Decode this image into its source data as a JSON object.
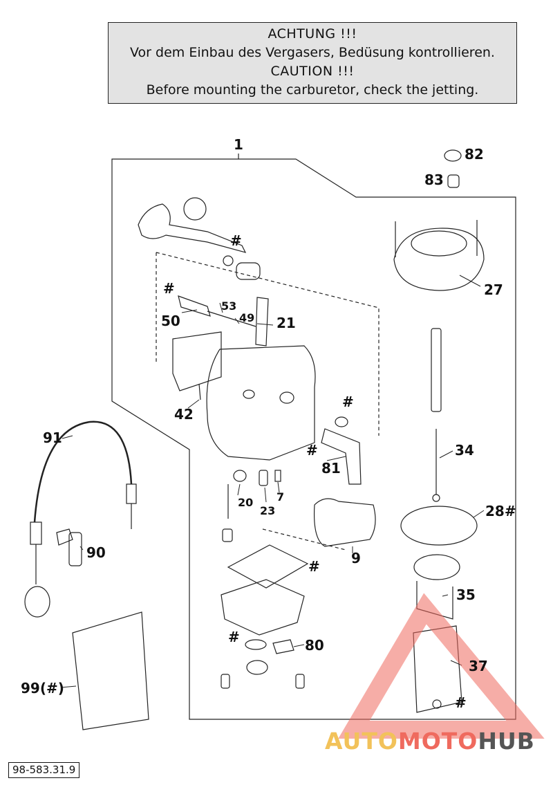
{
  "notice": {
    "heading_de": "ACHTUNG !!!",
    "text_de": "Vor dem Einbau des Vergasers, Bedüsung kontrollieren.",
    "heading_en": "CAUTION !!!",
    "text_en": "Before mounting the carburetor, check the jetting."
  },
  "labels": {
    "l1": "1",
    "l82": "82",
    "l83": "83",
    "l27": "27",
    "l21": "21",
    "l53": "53",
    "l49": "49",
    "l50": "50",
    "l42": "42",
    "l34": "34",
    "l81": "81",
    "l91": "91",
    "l20": "20",
    "l23": "23",
    "l7": "7",
    "l28": "28#",
    "l90": "90",
    "l9": "9",
    "l35": "35",
    "l80": "80",
    "l37": "37",
    "l99": "99(#)",
    "hash1": "#",
    "hash2": "#",
    "hash3": "#",
    "hash4": "#",
    "hash5": "#",
    "hash6": "#",
    "hash7": "#"
  },
  "footer": {
    "part_number": "98-583.31.9"
  },
  "watermark": {
    "part1": "AUTO",
    "part2": "MOTO",
    "part3": "HUB",
    "color_auto": "#f2c25a",
    "color_moto": "#ef6a5e",
    "color_hub": "#555555"
  }
}
